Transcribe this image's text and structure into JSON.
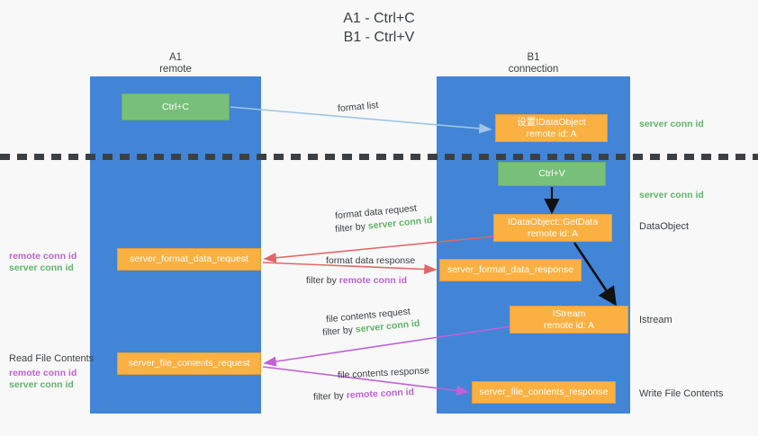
{
  "title": "A1 - Ctrl+C\nB1 - Ctrl+V",
  "columns": {
    "a1": {
      "name": "A1",
      "role": "remote"
    },
    "b1": {
      "name": "B1",
      "role": "connection"
    }
  },
  "nodes": {
    "ctrl_c": {
      "label": "Ctrl+C",
      "color": "#78c07a"
    },
    "ctrl_v": {
      "label": "Ctrl+V",
      "color": "#78c07a"
    },
    "set_data_object": {
      "line1": "设置IDataObject",
      "line2": "remote id: A",
      "color": "#fbb042"
    },
    "get_data": {
      "line1": "IDataObject::GetData",
      "line2": "remote id: A",
      "color": "#fbb042"
    },
    "istream": {
      "line1": "IStream",
      "line2": "remote id: A",
      "color": "#fbb042"
    },
    "server_format_data_request": {
      "label": "server_format_data_request",
      "color": "#fbb042"
    },
    "server_format_data_response": {
      "label": "server_format_data_response",
      "color": "#fbb042"
    },
    "server_file_contents_request": {
      "label": "server_file_contents_request",
      "color": "#fbb042"
    },
    "server_file_contents_response": {
      "label": "server_file_contents_response",
      "color": "#fbb042"
    }
  },
  "edges": {
    "format_list": {
      "label": "format list"
    },
    "format_data_request": {
      "label": "format data request",
      "filter_prefix": "filter by ",
      "filter_target": "server conn id"
    },
    "format_data_response": {
      "label": "format data response",
      "filter_prefix": "filter by ",
      "filter_target": "remote conn id"
    },
    "file_contents_request": {
      "label": "file contents request",
      "filter_prefix": "filter by ",
      "filter_target": "server conn id"
    },
    "file_contents_response": {
      "label": "file contents response",
      "filter_prefix": "filter by ",
      "filter_target": "remote conn id"
    }
  },
  "right_labels": {
    "r1": "server conn id",
    "r2": "server conn id",
    "r3": "DataObject",
    "r4": "Istream",
    "r5": "Write File Contents"
  },
  "left_labels": {
    "group1_remote": "remote conn id",
    "group1_server": "server conn id",
    "group2_title": "Read File Contents",
    "group2_remote": "remote conn id",
    "group2_server": "server conn id"
  },
  "colors": {
    "lane": "#4285d6",
    "green_node": "#78c07a",
    "orange_node": "#fbb042",
    "green_text": "#62b36a",
    "purple_text": "#c061d8",
    "light_blue_arrow": "#9fc5e8",
    "red_arrow": "#e06666",
    "magenta_arrow": "#c061d8",
    "black_arrow": "#111111",
    "background": "#f8f8f8"
  }
}
